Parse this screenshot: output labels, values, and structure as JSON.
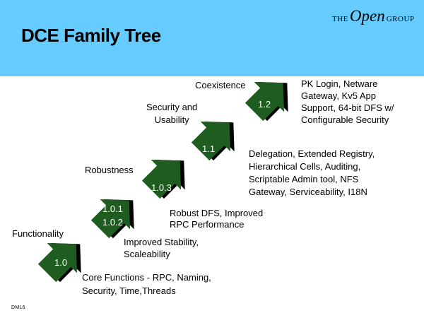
{
  "slide": {
    "title": "DCE Family Tree",
    "logo": {
      "the": "THE",
      "open": "Open",
      "group": "GROUP"
    },
    "footer": "DML6"
  },
  "colors": {
    "header_bg": "#66ccff",
    "arrow_fill": "#1f5c1f",
    "arrow_shadow": "#000000"
  },
  "stages": [
    {
      "version": "1.0",
      "theme": "Functionality",
      "features": "Core Functions - RPC, Naming,\nSecurity, Time,Threads"
    },
    {
      "version": "1.0.1\n1.0.2",
      "theme": "",
      "features": "Improved Stability,\nScaleability"
    },
    {
      "version": "",
      "theme": "",
      "features": "Robust DFS, Improved\nRPC Performance"
    },
    {
      "version": "1.0.3",
      "theme": "Robustness",
      "features": ""
    },
    {
      "version": "1.1",
      "theme": "Security and\nUsability",
      "features": "Delegation, Extended Registry,\nHierarchical Cells, Auditing,\nScriptable Admin tool, NFS\nGateway, Serviceability, I18N"
    },
    {
      "version": "1.2",
      "theme": "Coexistence",
      "features": "PK Login, Netware\nGateway, Kv5 App\nSupport, 64-bit DFS w/\nConfigurable Security"
    }
  ]
}
